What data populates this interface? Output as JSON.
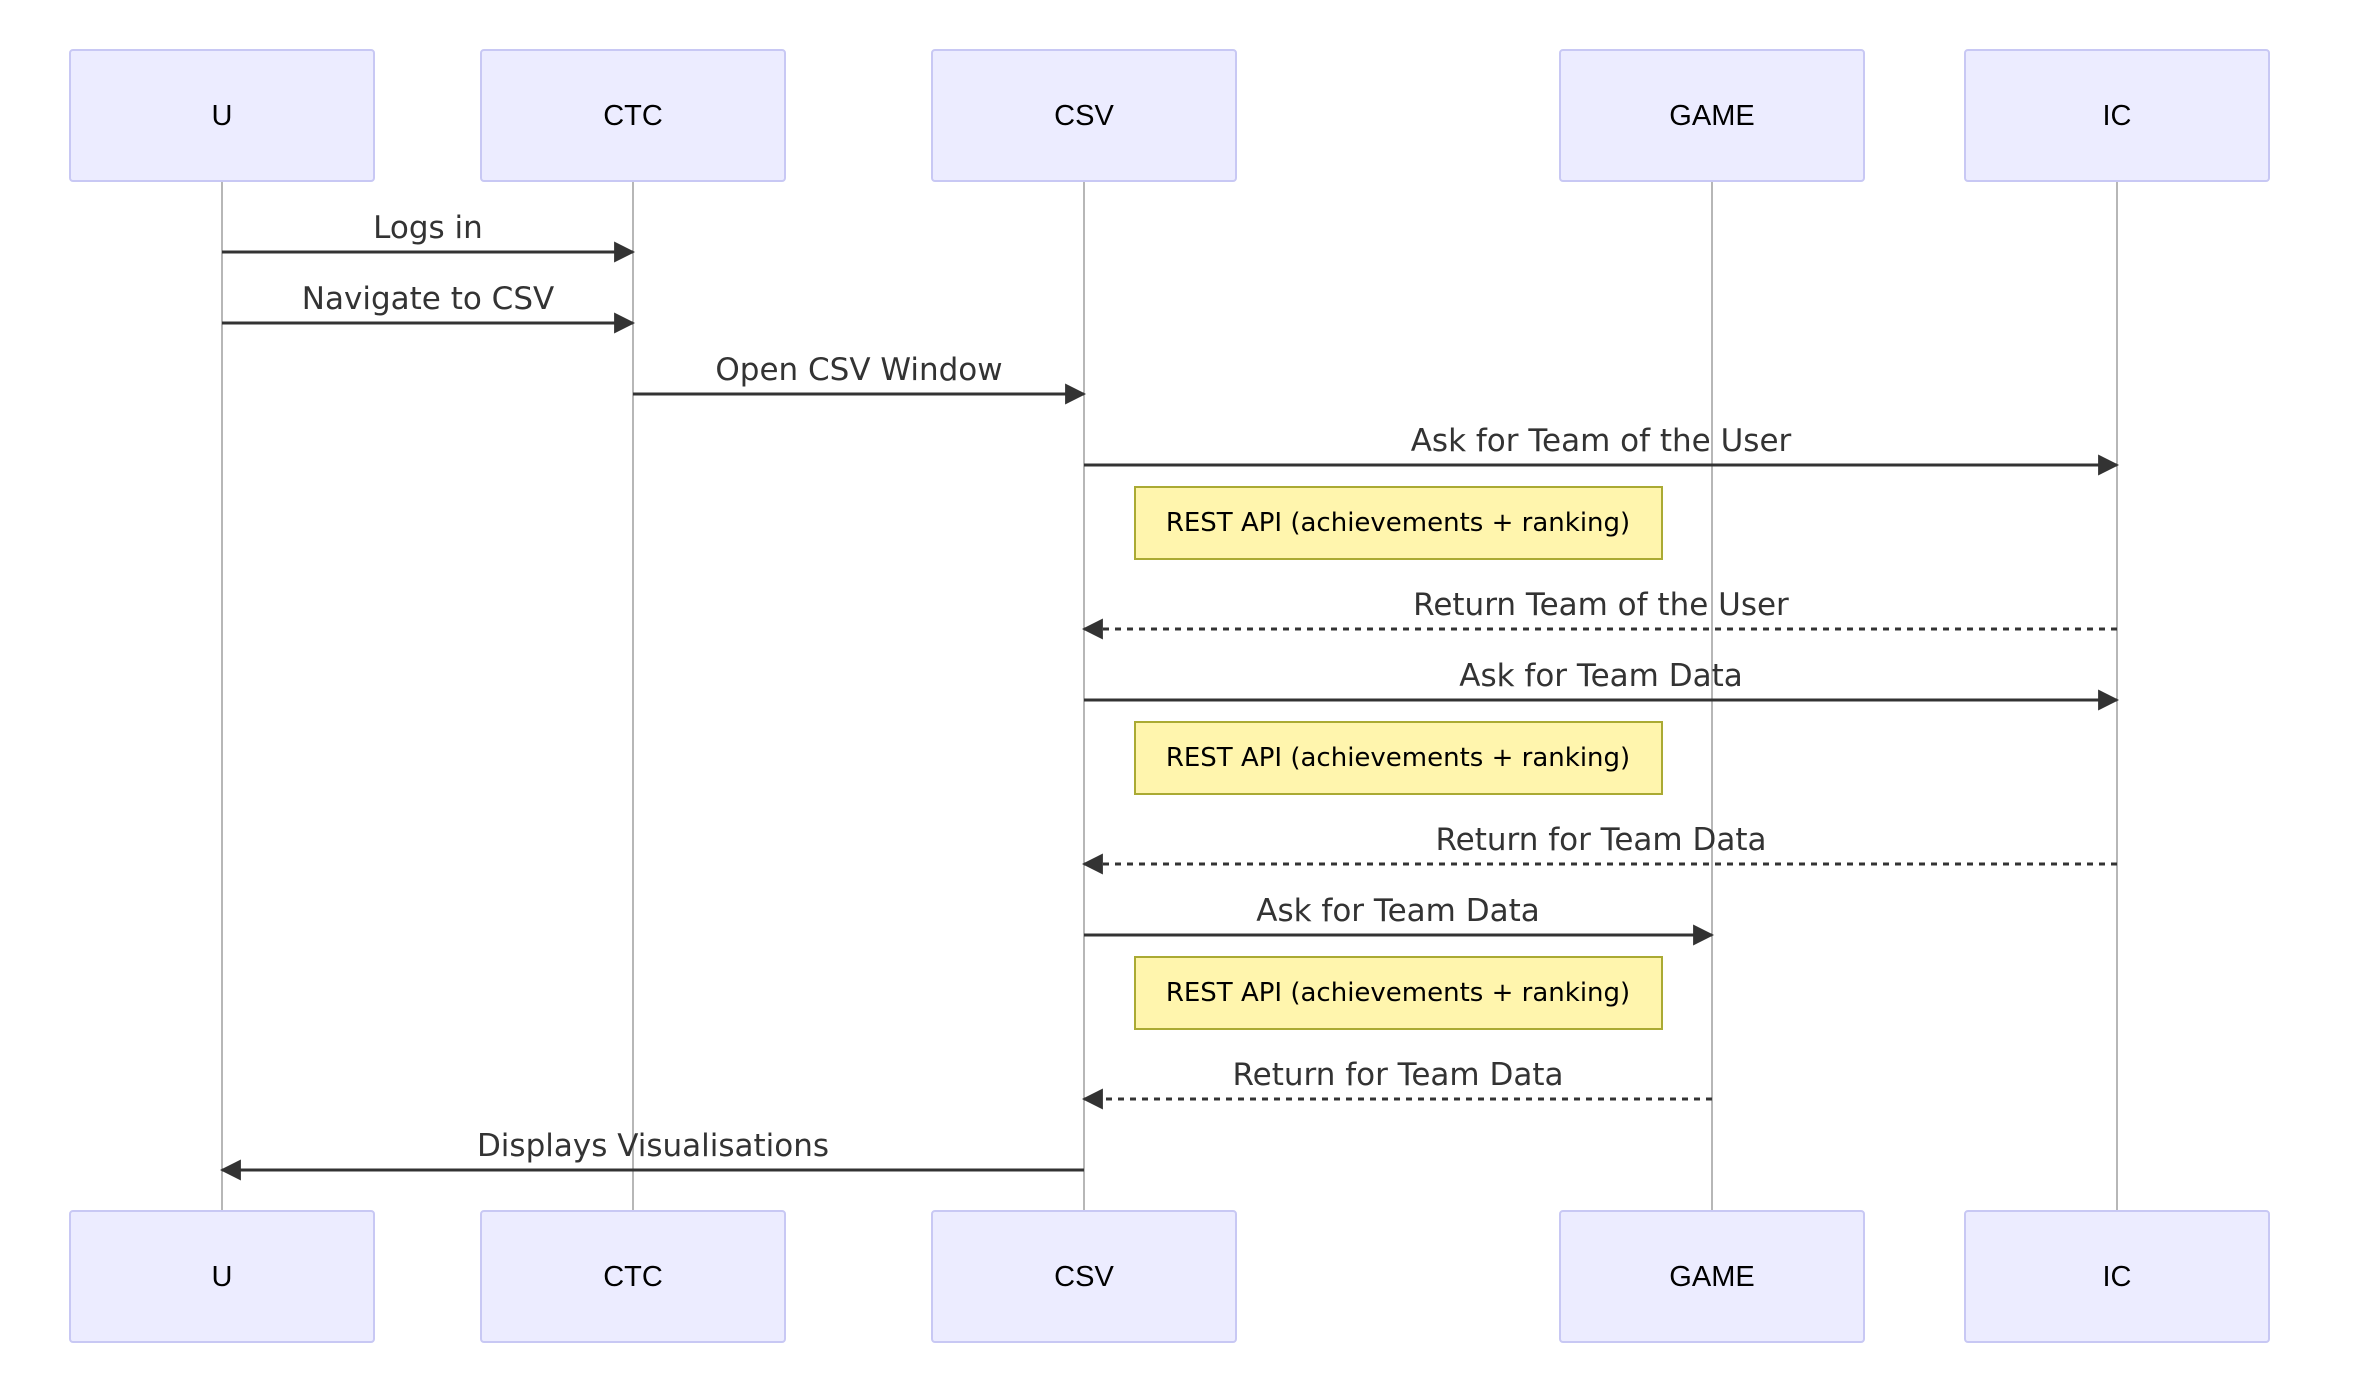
{
  "participants": [
    {
      "id": "U",
      "label": "U"
    },
    {
      "id": "CTC",
      "label": "CTC"
    },
    {
      "id": "CSV",
      "label": "CSV"
    },
    {
      "id": "GAME",
      "label": "GAME"
    },
    {
      "id": "IC",
      "label": "IC"
    }
  ],
  "messages": [
    {
      "from": "U",
      "to": "CTC",
      "text": "Logs in",
      "style": "solid"
    },
    {
      "from": "U",
      "to": "CTC",
      "text": "Navigate to CSV",
      "style": "solid"
    },
    {
      "from": "CTC",
      "to": "CSV",
      "text": "Open CSV Window",
      "style": "solid"
    },
    {
      "from": "CSV",
      "to": "IC",
      "text": "Ask for Team of the User",
      "style": "solid"
    },
    {
      "from": "IC",
      "to": "CSV",
      "text": "Return Team of the User",
      "style": "dashed"
    },
    {
      "from": "CSV",
      "to": "IC",
      "text": "Ask for Team Data",
      "style": "solid"
    },
    {
      "from": "IC",
      "to": "CSV",
      "text": "Return for Team Data",
      "style": "dashed"
    },
    {
      "from": "CSV",
      "to": "GAME",
      "text": "Ask for Team Data",
      "style": "solid"
    },
    {
      "from": "GAME",
      "to": "CSV",
      "text": "Return for Team Data",
      "style": "dashed"
    },
    {
      "from": "CSV",
      "to": "U",
      "text": "Displays Visualisations",
      "style": "solid"
    }
  ],
  "notes": [
    {
      "text": "REST API (achievements + ranking)"
    },
    {
      "text": "REST API (achievements + ranking)"
    },
    {
      "text": "REST API (achievements + ranking)"
    }
  ],
  "colors": {
    "actor_fill": "#ececff",
    "actor_stroke": "#c8c8f4",
    "note_fill": "#fff5ad",
    "note_stroke": "#aaaa33",
    "line": "#333333",
    "lifeline": "#b7b7b7"
  }
}
